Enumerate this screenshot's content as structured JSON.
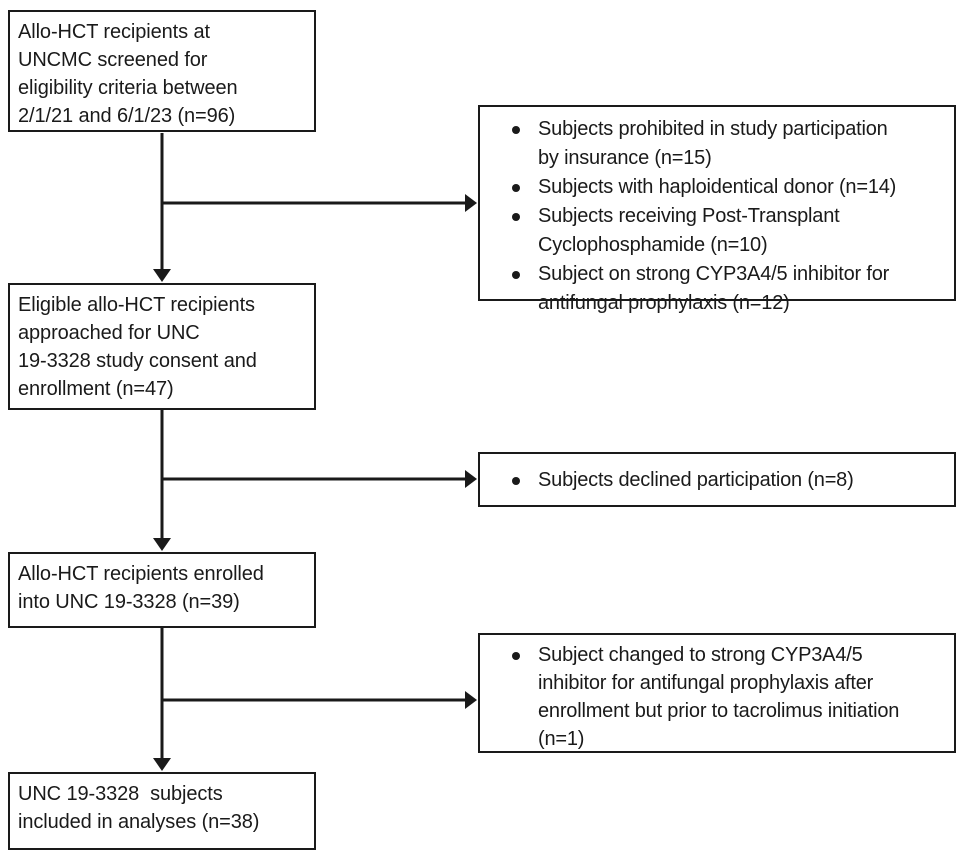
{
  "colors": {
    "ink": "#1a1a1a",
    "background": "#ffffff"
  },
  "diagram": {
    "main_flow": [
      {
        "id": "screened",
        "text": "Allo-HCT recipients at\nUNCMC screened for\neligibility criteria between\n2/1/21 and 6/1/23 (n=96)"
      },
      {
        "id": "approached",
        "text": "Eligible allo-HCT recipients\napproached for UNC\n19-3328 study consent and\nenrollment (n=47)"
      },
      {
        "id": "enrolled",
        "text": "Allo-HCT recipients enrolled\ninto UNC 19-3328 (n=39)"
      },
      {
        "id": "analyzed",
        "text": "UNC 19-3328  subjects\nincluded in analyses (n=38)"
      }
    ],
    "exclusions": [
      {
        "id": "screening-exclusions",
        "bullets": [
          "Subjects prohibited in study participation\nby insurance (n=15)",
          "Subjects with haploidentical donor (n=14)",
          "Subjects receiving Post-Transplant\nCyclophosphamide (n=10)",
          "Subject on strong CYP3A4/5 inhibitor for\nantifungal prophylaxis (n=12)"
        ]
      },
      {
        "id": "declined",
        "bullets": [
          "Subjects declined participation (n=8)"
        ]
      },
      {
        "id": "post-enrollment-exclusion",
        "bullets": [
          "Subject changed to strong CYP3A4/5\ninhibitor for antifungal prophylaxis after\nenrollment but prior to tacrolimus initiation\n(n=1)"
        ]
      }
    ]
  }
}
